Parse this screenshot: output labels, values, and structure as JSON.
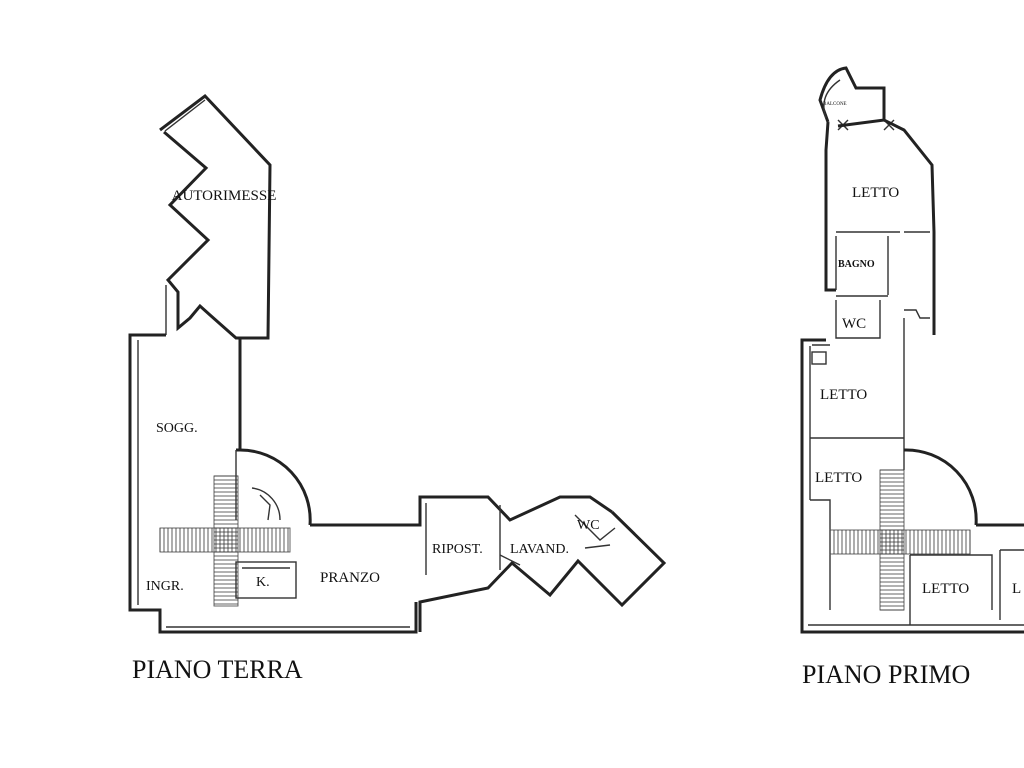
{
  "ground_floor": {
    "title": "PIANO TERRA",
    "rooms": {
      "garage": "AUTORIMESSE",
      "living": "SOGG.",
      "entrance": "INGR.",
      "kitchen": "K.",
      "dining": "PRANZO",
      "storage": "RIPOST.",
      "laundry": "LAVAND.",
      "wc": "WC"
    }
  },
  "first_floor": {
    "title": "PIANO PRIMO",
    "rooms": {
      "balcony": "BALCONE",
      "bedroom_1": "LETTO",
      "bathroom": "BAGNO",
      "wc": "WC",
      "bedroom_2": "LETTO",
      "bedroom_3": "LETTO",
      "bedroom_4": "LETTO",
      "bedroom_5_partial": "L"
    }
  }
}
